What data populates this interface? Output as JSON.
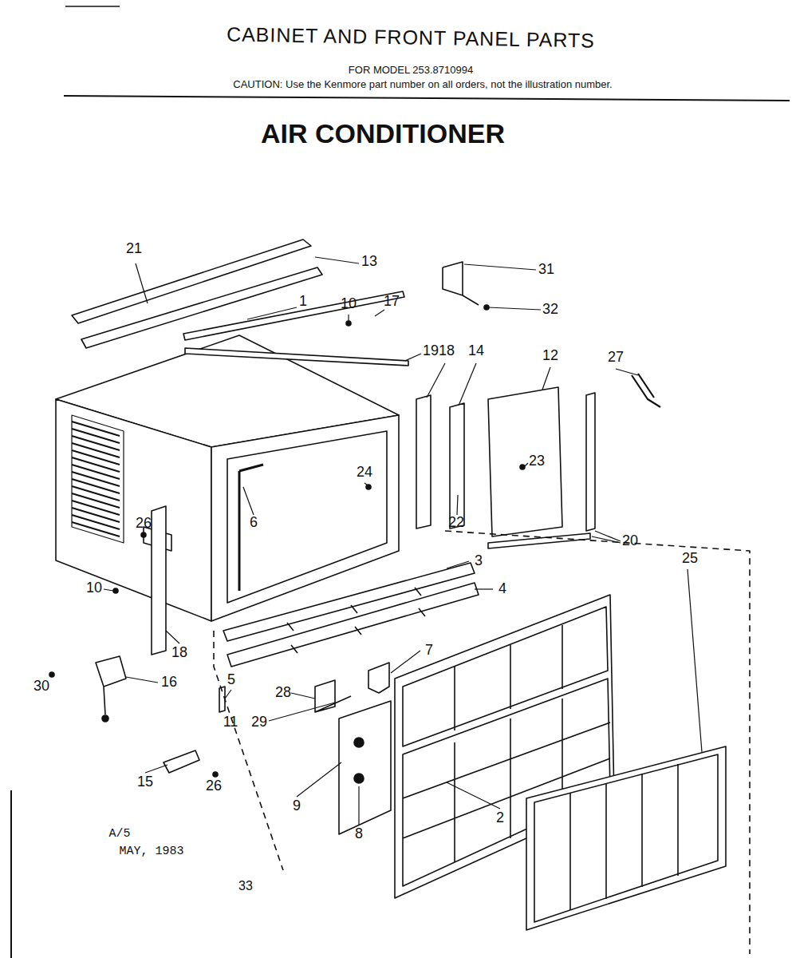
{
  "diagram": {
    "title": "CABINET AND FRONT PANEL PARTS",
    "labels": [
      "FOR MODEL 253.8710994",
      "CAUTION: Use the Kenmore part number on all orders, not the illustration number.",
      "AIR CONDITIONER",
      "21",
      "13",
      "1",
      "10",
      "17",
      "19",
      "18",
      "14",
      "12",
      "31",
      "32",
      "27",
      "23",
      "24",
      "6",
      "22",
      "3",
      "26",
      "10",
      "20",
      "4",
      "18",
      "7",
      "16",
      "5",
      "28",
      "11",
      "29",
      "30",
      "15",
      "26",
      "9",
      "8",
      "2",
      "25",
      "A/5",
      "MAY, 1983",
      "33"
    ]
  }
}
